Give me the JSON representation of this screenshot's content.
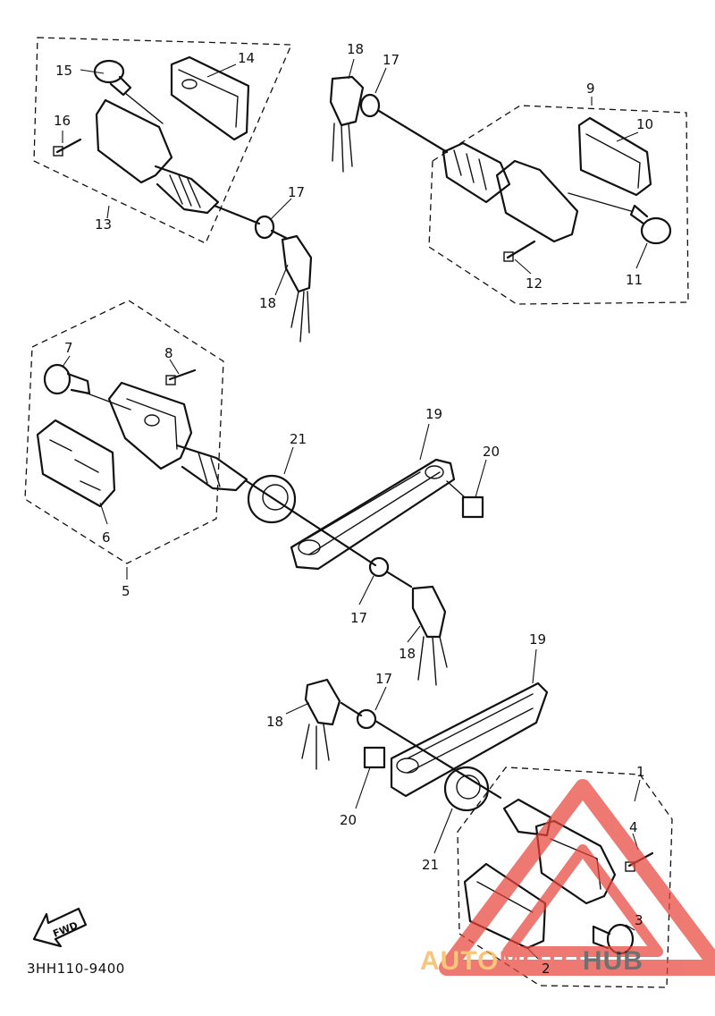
{
  "diagram_code": "3HH110-9400",
  "fwd_label": "FWD",
  "watermark": {
    "part1": "AUTO",
    "part2": "MOTO",
    "part3": "HUB",
    "colors": {
      "triangle": "#e8463c",
      "auto": "#f5b04a",
      "moto": "#e8463c",
      "hub": "#3a3a3a"
    }
  },
  "callouts": {
    "c1": "1",
    "c2": "2",
    "c3": "3",
    "c4": "4",
    "c5": "5",
    "c6": "6",
    "c7": "7",
    "c8": "8",
    "c9": "9",
    "c10": "10",
    "c11": "11",
    "c12": "12",
    "c13": "13",
    "c14": "14",
    "c15": "15",
    "c16": "16",
    "c17a": "17",
    "c17b": "17",
    "c17c": "17",
    "c17d": "17",
    "c18a": "18",
    "c18b": "18",
    "c18c": "18",
    "c18d": "18",
    "c19a": "19",
    "c19b": "19",
    "c20a": "20",
    "c20b": "20",
    "c21a": "21",
    "c21b": "21"
  }
}
